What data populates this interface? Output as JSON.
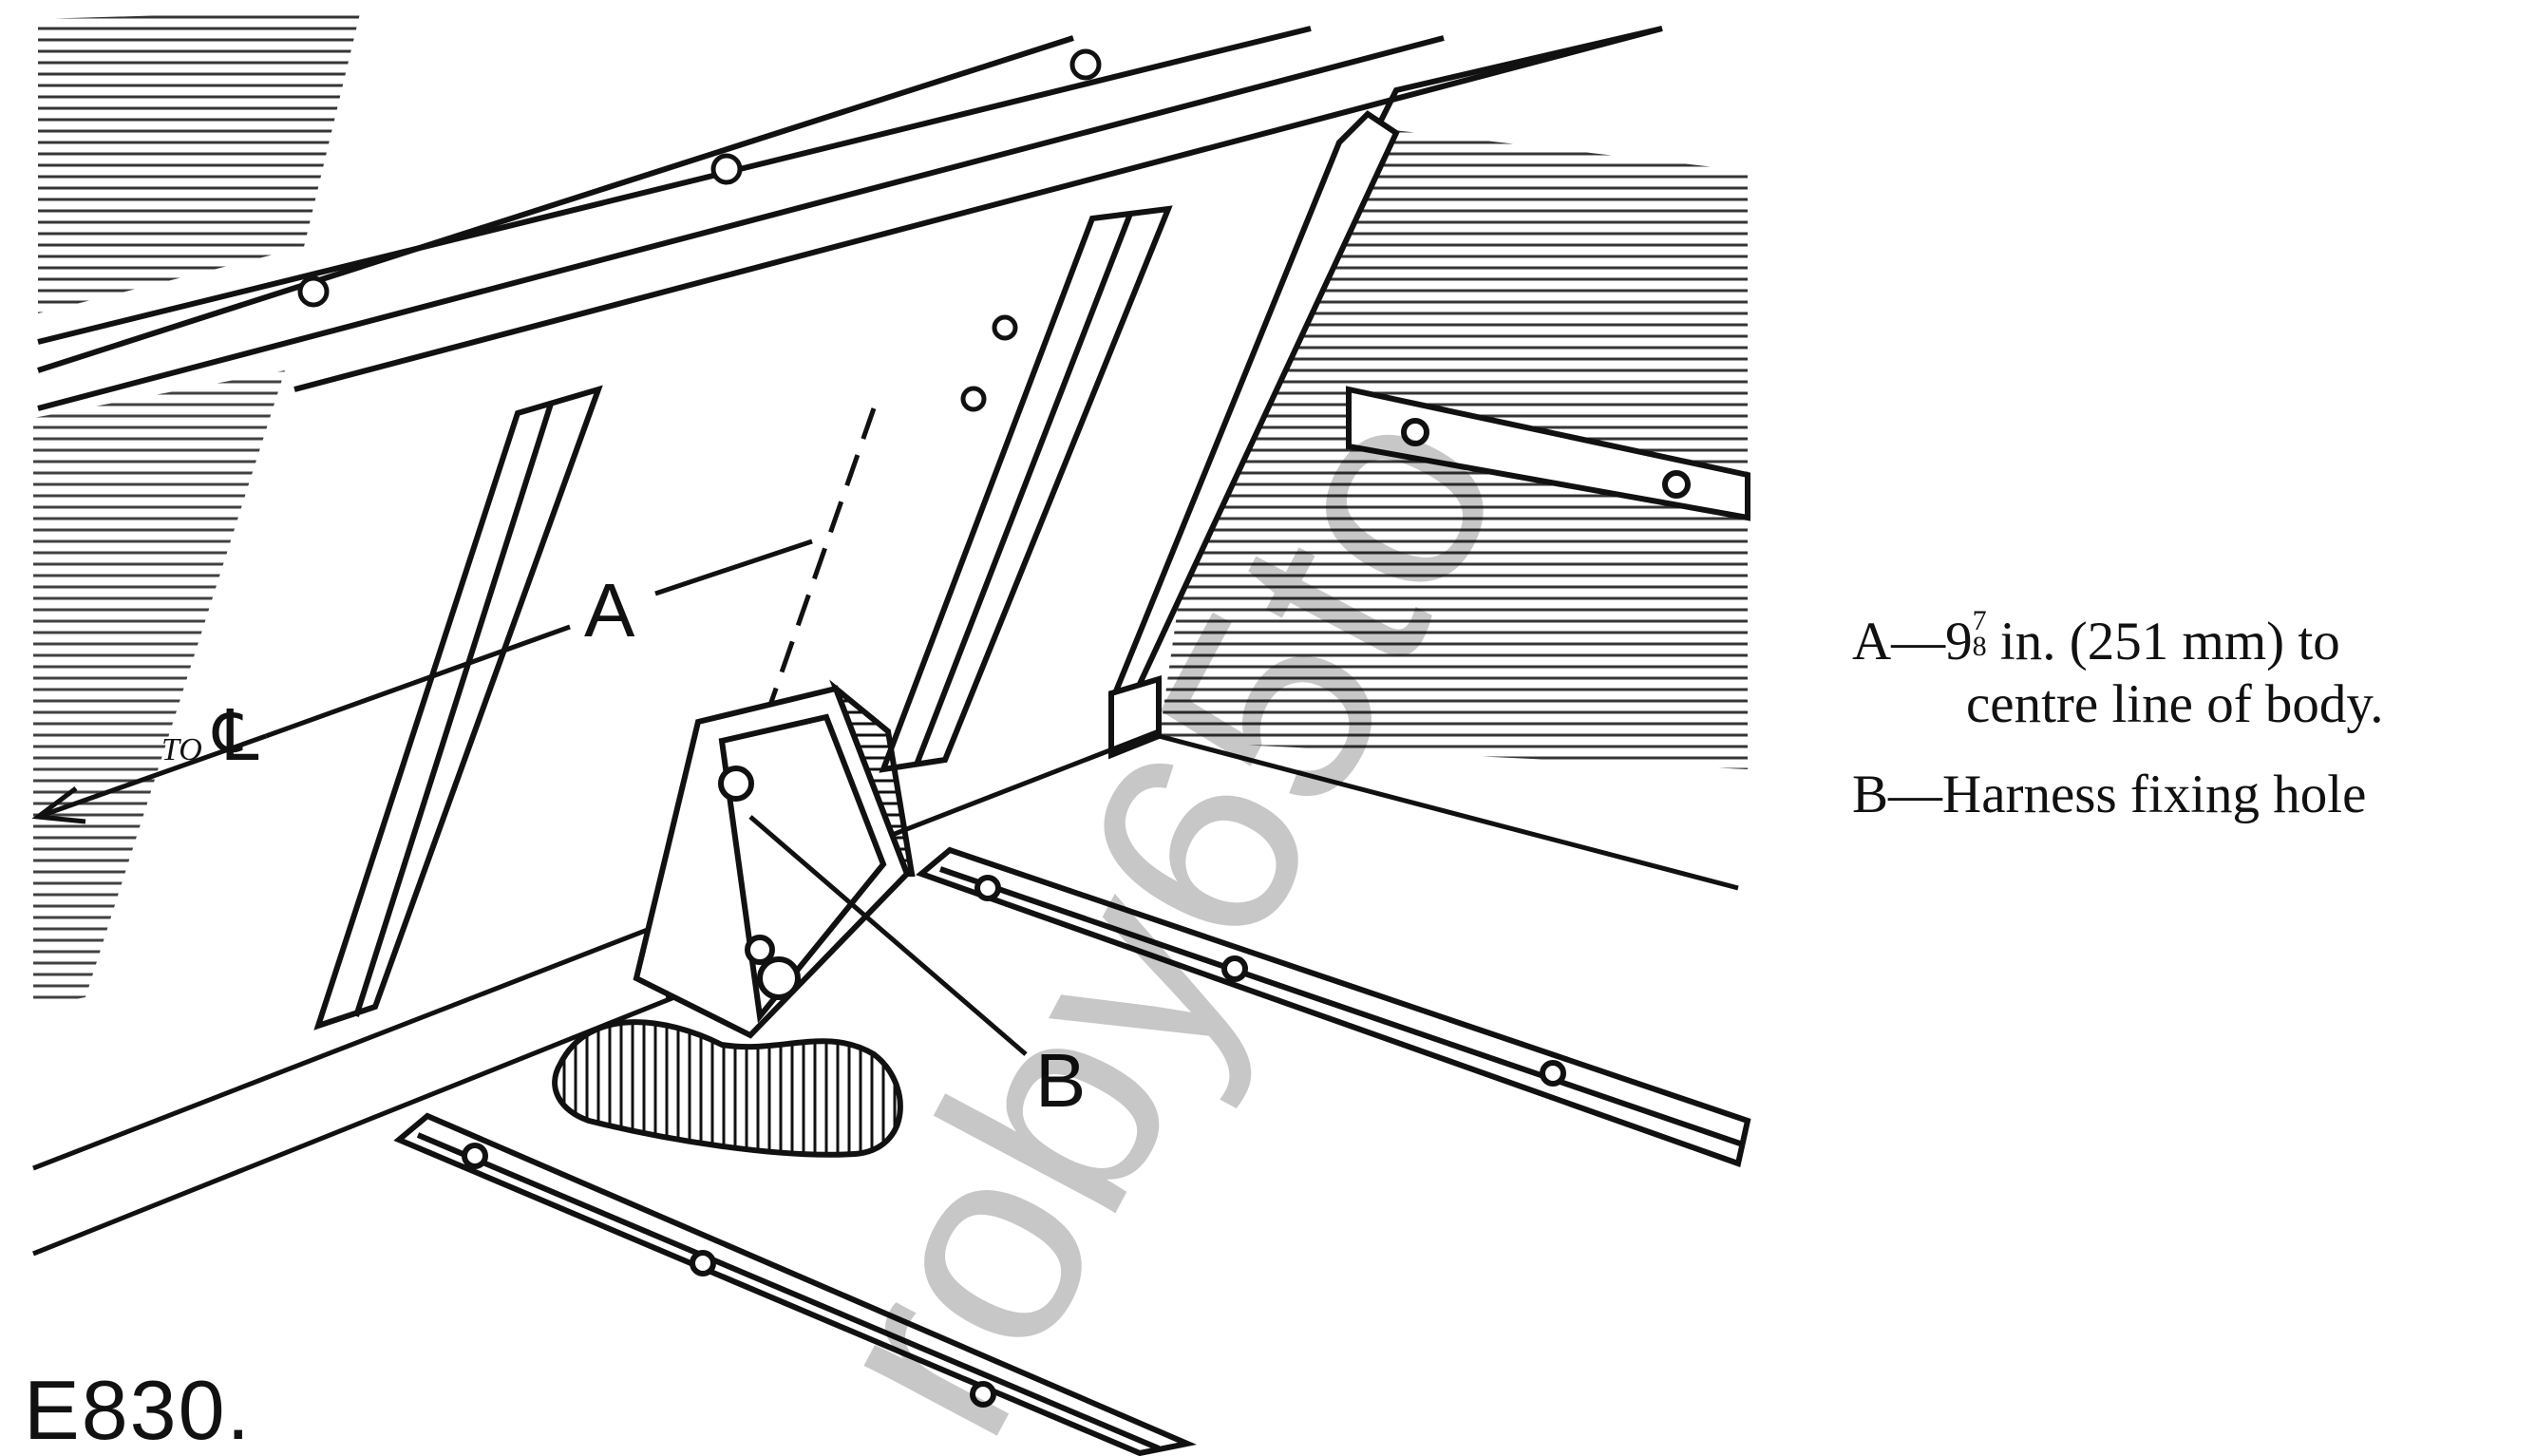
{
  "figure": {
    "number": "E830."
  },
  "labels": {
    "a": "A",
    "b": "B",
    "to": "TO",
    "centreline_symbol": "℄"
  },
  "legend": {
    "a_key": "A",
    "a_dash": "—",
    "a_whole": "9",
    "a_frac_num": "7",
    "a_frac_den": "8",
    "a_rest": " in. (251 mm) to",
    "a_line2": "centre line of body.",
    "b_key": "B",
    "b_dash": "—",
    "b_text": "Harness fixing hole"
  },
  "watermark": {
    "text": "roby65to"
  },
  "colors": {
    "ink": "#111111",
    "paper": "#ffffff",
    "watermark": "#c4c4c4"
  }
}
